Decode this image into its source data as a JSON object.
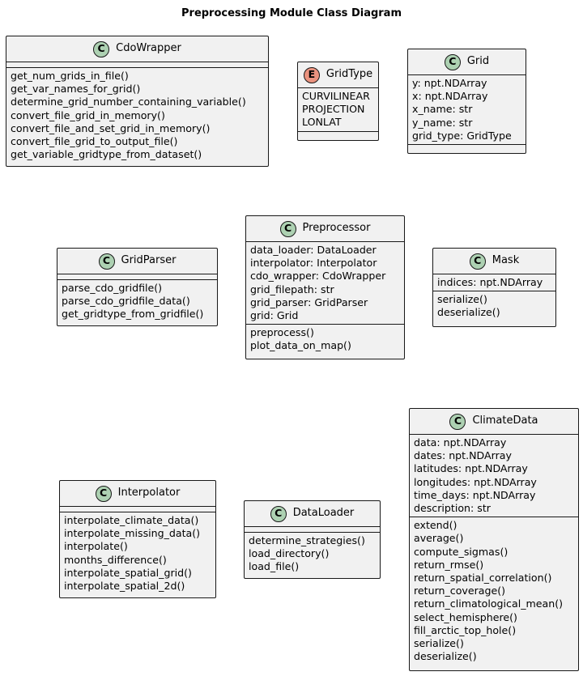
{
  "title": "Preprocessing Module Class Diagram",
  "classes": {
    "cdo_wrapper": {
      "badge": "C",
      "name": "CdoWrapper",
      "attributes": [],
      "methods": [
        "get_num_grids_in_file()",
        "get_var_names_for_grid()",
        "determine_grid_number_containing_variable()",
        "convert_file_grid_in_memory()",
        "convert_file_and_set_grid_in_memory()",
        "convert_file_grid_to_output_file()",
        "get_variable_gridtype_from_dataset()"
      ]
    },
    "grid_type": {
      "badge": "E",
      "name": "GridType",
      "values": [
        "CURVILINEAR",
        "PROJECTION",
        "LONLAT"
      ]
    },
    "grid": {
      "badge": "C",
      "name": "Grid",
      "attributes": [
        "y: npt.NDArray",
        "x: npt.NDArray",
        "x_name: str",
        "y_name: str",
        "grid_type: GridType"
      ],
      "methods": []
    },
    "grid_parser": {
      "badge": "C",
      "name": "GridParser",
      "attributes": [],
      "methods": [
        "parse_cdo_gridfile()",
        "parse_cdo_gridfile_data()",
        "get_gridtype_from_gridfile()"
      ]
    },
    "preprocessor": {
      "badge": "C",
      "name": "Preprocessor",
      "attributes": [
        "data_loader: DataLoader",
        "interpolator: Interpolator",
        "cdo_wrapper: CdoWrapper",
        "grid_filepath: str",
        "grid_parser: GridParser",
        "grid: Grid"
      ],
      "methods": [
        "preprocess()",
        "plot_data_on_map()"
      ]
    },
    "mask": {
      "badge": "C",
      "name": "Mask",
      "attributes": [
        "indices: npt.NDArray"
      ],
      "methods": [
        "serialize()",
        "deserialize()"
      ]
    },
    "interpolator": {
      "badge": "C",
      "name": "Interpolator",
      "attributes": [],
      "methods": [
        "interpolate_climate_data()",
        "interpolate_missing_data()",
        "interpolate()",
        "months_difference()",
        "interpolate_spatial_grid()",
        "interpolate_spatial_2d()"
      ]
    },
    "data_loader": {
      "badge": "C",
      "name": "DataLoader",
      "attributes": [],
      "methods": [
        "determine_strategies()",
        "load_directory()",
        "load_file()"
      ]
    },
    "climate_data": {
      "badge": "C",
      "name": "ClimateData",
      "attributes": [
        "data: npt.NDArray",
        "dates: npt.NDArray",
        "latitudes: npt.NDArray",
        "longitudes: npt.NDArray",
        "time_days: npt.NDArray",
        "description: str"
      ],
      "methods": [
        "extend()",
        "average()",
        "compute_sigmas()",
        "return_rmse()",
        "return_spatial_correlation()",
        "return_coverage()",
        "return_climatological_mean()",
        "select_hemisphere()",
        "fill_arctic_top_hole()",
        "serialize()",
        "deserialize()"
      ]
    }
  }
}
